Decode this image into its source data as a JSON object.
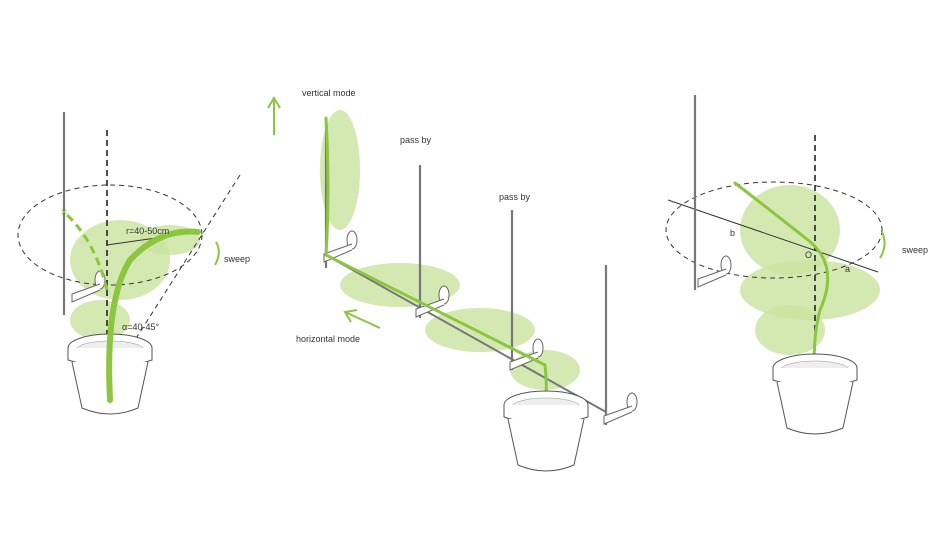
{
  "left_plant": {
    "radius_label": "r=40-50cm",
    "angle_label": "α=40-45°",
    "sweep_label": "sweep"
  },
  "middle_plant": {
    "vertical_label": "vertical mode",
    "pass_by_1": "pass by",
    "pass_by_2": "pass by",
    "horizontal_label": "horizontal mode"
  },
  "right_plant": {
    "b_label": "b",
    "o_label": "O",
    "a_label": "a",
    "sweep_label": "sweep"
  },
  "colors": {
    "plant_green": "#8cc63f",
    "leaf_green": "#c9e39f"
  }
}
